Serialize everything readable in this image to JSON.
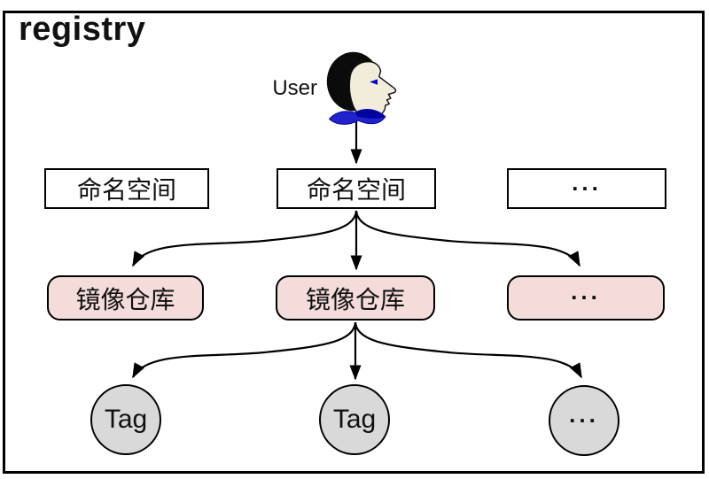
{
  "title": "registry",
  "user_label": "User",
  "levels": {
    "namespaces": {
      "items": [
        {
          "label": "命名空间"
        },
        {
          "label": "命名空间"
        },
        {
          "label": "..."
        }
      ]
    },
    "repositories": {
      "items": [
        {
          "label": "镜像仓库"
        },
        {
          "label": "镜像仓库"
        },
        {
          "label": "..."
        }
      ]
    },
    "tags": {
      "items": [
        {
          "label": "Tag"
        },
        {
          "label": "Tag"
        },
        {
          "label": "..."
        }
      ]
    }
  },
  "colors": {
    "stroke": "#000000",
    "repo_fill": "#f3dcd9",
    "tag_fill": "#d9d9d9",
    "hair": "#0b0b0b",
    "face": "#f2ecdb",
    "eye": "#0000cc",
    "collar": "#2222cc",
    "collar_dark": "#000099"
  }
}
